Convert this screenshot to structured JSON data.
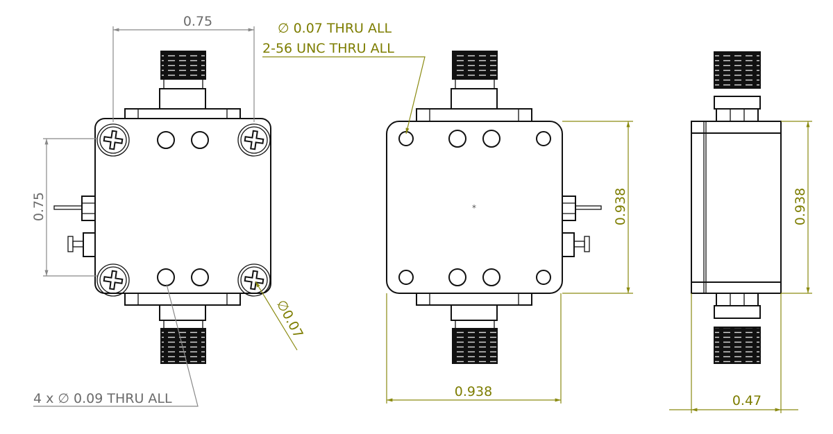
{
  "colors": {
    "outline": "#111111",
    "dimension_gray": "#888888",
    "dimension_olive": "#8a8a10"
  },
  "front_view": {
    "width_dim": "0.75",
    "height_dim": "0.75",
    "mount_hole_note": "4 x ∅ 0.09 THRU ALL",
    "screw_hole_dim": "∅0.07"
  },
  "back_view": {
    "hole_note_line1": "∅ 0.07 THRU ALL",
    "hole_note_line2": "2-56 UNC  THRU ALL",
    "width_dim": "0.938",
    "height_dim": "0.938"
  },
  "side_view": {
    "height_dim": "0.938",
    "depth_dim": "0.47"
  }
}
